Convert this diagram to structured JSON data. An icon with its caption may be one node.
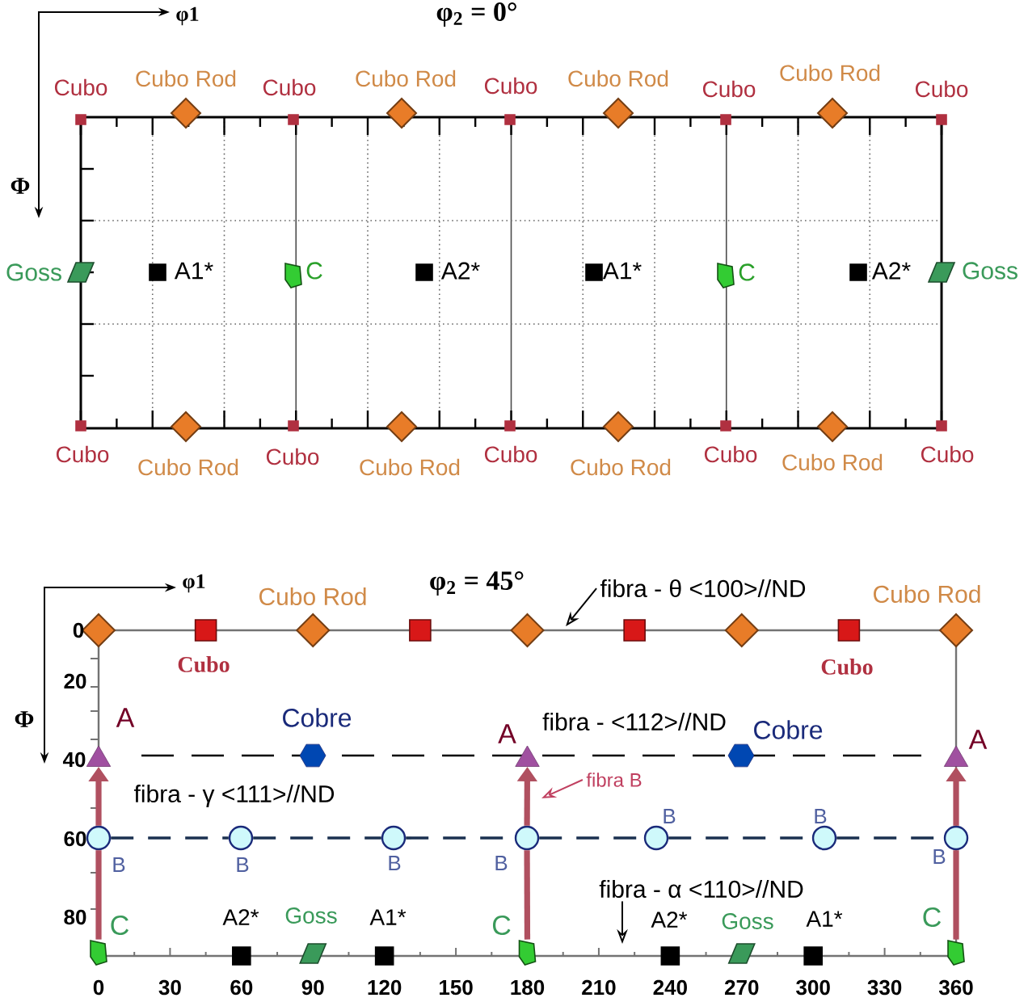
{
  "diagram": {
    "nodes": [
      {
        "text": [
          "fibra - θ <100>//ND"
        ]
      },
      {
        "text": [
          "fibra B"
        ]
      },
      {
        "text": [
          "fibra - α <110>//ND"
        ]
      },
      {
        "text": [],
        "shape": "triangle",
        "beside": [
          "A"
        ]
      },
      {
        "text": [],
        "shape": "triangle",
        "beside": [
          "A"
        ]
      },
      {
        "text": [],
        "shape": "triangle",
        "beside": [
          "A"
        ]
      },
      {
        "text": [],
        "shape": "box",
        "beside": [
          "C"
        ]
      },
      {
        "text": [],
        "shape": "box",
        "beside": [
          "C"
        ]
      },
      {
        "text": [],
        "shape": "box",
        "beside": [
          "C"
        ]
      },
      {
        "text": [],
        "shape": "box",
        "beside": [
          "C"
        ]
      },
      {
        "text": [],
        "shape": "box",
        "beside": [
          "C"
        ]
      },
      {
        "text": [],
        "shape": "circle",
        "beside": [
          "B"
        ]
      },
      {
        "text": [],
        "shape": "circle",
        "beside": [
          "B"
        ]
      },
      {
        "text": [],
        "shape": "circle",
        "beside": [
          "B"
        ]
      },
      {
        "text": [],
        "shape": "circle",
        "beside": [
          "B"
        ]
      },
      {
        "text": [],
        "shape": "circle",
        "beside": [
          "B"
        ]
      },
      {
        "text": [],
        "shape": "circle",
        "beside": [
          "B"
        ]
      },
      {
        "text": [],
        "shape": "circle",
        "beside": [
          "B"
        ]
      }
    ],
    "edges": [
      {
        "from": 0,
        "to": null,
        "arrow": "to",
        "color": "#000000"
      },
      {
        "from": 1,
        "to": null,
        "arrow": "to",
        "color": "#c04060"
      },
      {
        "from": 2,
        "to": null,
        "arrow": "to",
        "color": "#000000"
      },
      {
        "from": 6,
        "to": 11,
        "arrow": "none",
        "style": "thick",
        "color": "#b05060"
      },
      {
        "from": 7,
        "to": 14,
        "arrow": "none",
        "style": "thick",
        "color": "#b05060"
      },
      {
        "from": 8,
        "to": 17,
        "arrow": "none",
        "style": "thick",
        "color": "#b05060"
      },
      {
        "from": 11,
        "to": 3,
        "arrow": "to",
        "style": "thick",
        "color": "#b05060"
      },
      {
        "from": 14,
        "to": 4,
        "arrow": "to",
        "style": "thick",
        "color": "#b05060"
      },
      {
        "from": 17,
        "to": 5,
        "arrow": "to",
        "style": "thick",
        "color": "#b05060"
      },
      {
        "from": 11,
        "to": 12,
        "arrow": "none",
        "style": "dashed",
        "color": "#1a3050"
      },
      {
        "from": 12,
        "to": 13,
        "arrow": "none",
        "style": "dashed",
        "color": "#1a3050"
      },
      {
        "from": 13,
        "to": 14,
        "arrow": "none",
        "style": "dashed",
        "color": "#1a3050"
      },
      {
        "from": 14,
        "to": 15,
        "arrow": "none",
        "style": "dashed",
        "color": "#1a3050"
      },
      {
        "from": 15,
        "to": 16,
        "arrow": "none",
        "style": "dashed",
        "color": "#1a3050"
      },
      {
        "from": 16,
        "to": 17,
        "arrow": "none",
        "style": "dashed",
        "color": "#1a3050"
      }
    ],
    "labels": [
      "φ1",
      "φ$_{2}$ = 0°",
      "Cubo",
      "Cubo Rod",
      "Cubo",
      "Cubo Rod",
      "Cubo",
      "Cubo Rod",
      "Cubo",
      "Cubo Rod",
      "Cubo",
      "Φ",
      "Goss",
      "A1*",
      "A2*",
      "A1*",
      "A2*",
      "Goss",
      "Cubo",
      "Cubo Rod",
      "Cubo",
      "Cubo Rod",
      "Cubo",
      "Cubo Rod",
      "Cubo",
      "Cubo Rod",
      "Cubo",
      "φ1",
      "φ$_{2}$ = 45°",
      "Cubo Rod",
      "Cubo Rod",
      "0",
      "Cubo",
      "Cubo",
      "20",
      "Cobre",
      "fibra - <112>//ND",
      "Cobre",
      "Φ",
      "40",
      "fibra - γ <111>//ND",
      "60",
      "80",
      "A2*",
      "Goss",
      "A1*",
      "A2*",
      "Goss",
      "A1*",
      "0",
      "30",
      "60",
      "90",
      "120",
      "150",
      "180",
      "210",
      "240",
      "270",
      "300",
      "330",
      "360"
    ]
  }
}
